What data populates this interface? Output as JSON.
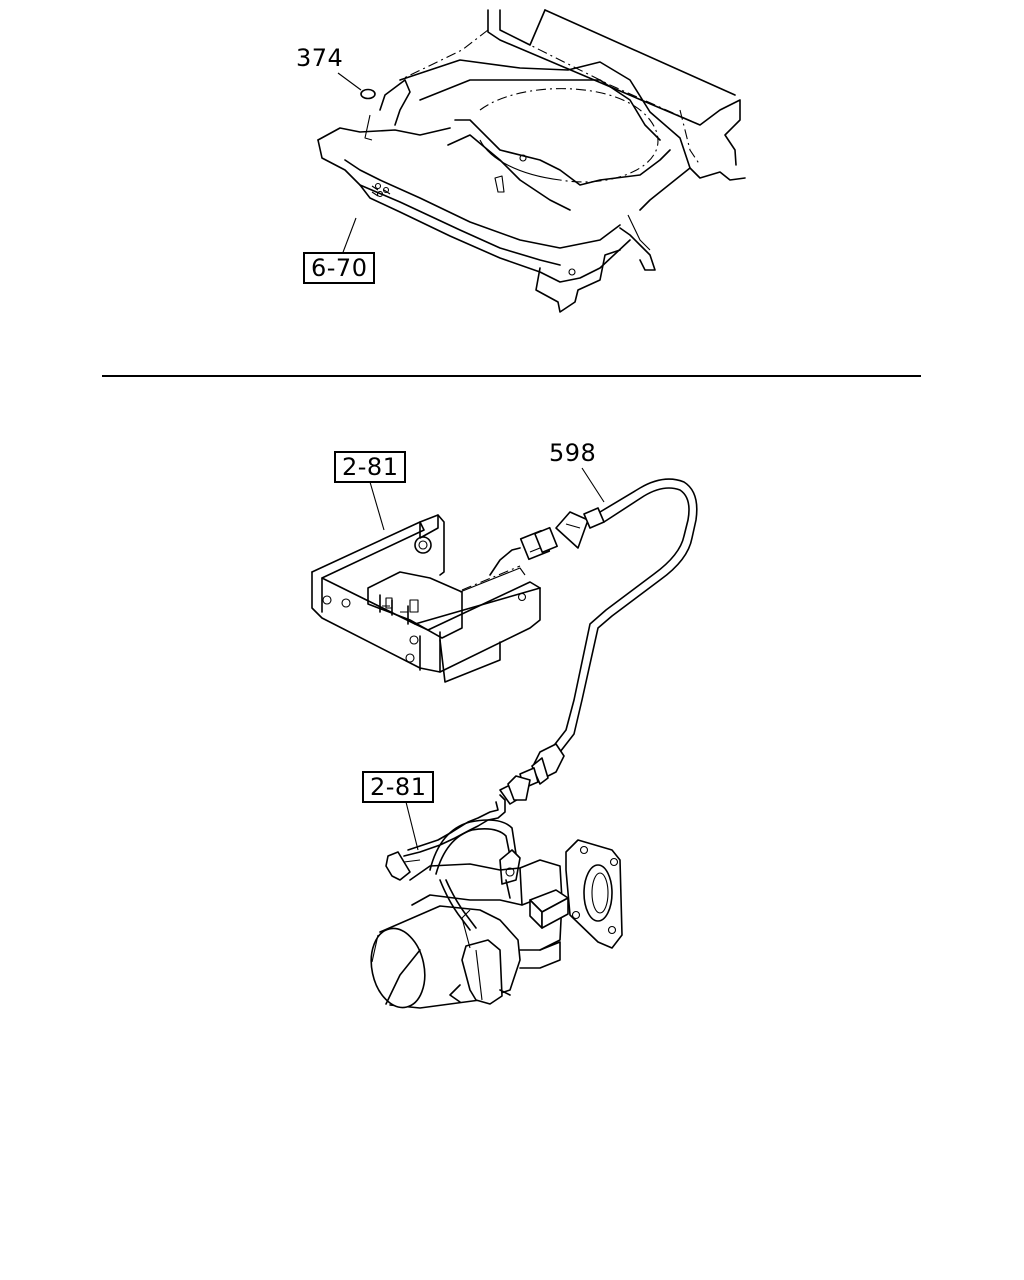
{
  "callouts": {
    "top_part": "374",
    "top_ref": "6-70",
    "harness_part": "598",
    "module_ref": "2-81",
    "motor_ref": "2-81"
  }
}
